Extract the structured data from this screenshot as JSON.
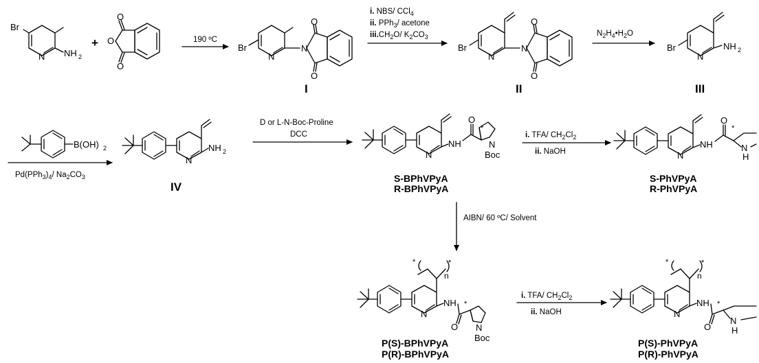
{
  "reagents": {
    "step1": "190 ºC",
    "step2": {
      "i_num": "i.",
      "i": "NBS/ CCl",
      "ii_num": "ii.",
      "ii": "PPh",
      "ii_rest": "/ acetone",
      "iii_num": "iii.",
      "iii": "CH",
      "iii_mid": "O/ K",
      "iii_end": "CO"
    },
    "step3": "N",
    "step3_rest": "H",
    "step3_tail": "•H",
    "step3_o": "O",
    "step4_top": "B(OH)",
    "step4_bottom": "Pd(PPh",
    "step4_bottom_mid": ")",
    "step4_bottom_end": "/ Na",
    "step4_bottom_co": "CO",
    "step5_top": "D or L-N-Boc-Proline",
    "step5_bottom": "DCC",
    "step6_i": "i.",
    "step6_i_text": "TFA/ CH",
    "step6_i_cl": "Cl",
    "step6_ii": "ii.",
    "step6_ii_text": "NaOH",
    "poly": "AIBN/ 60 ºC/ Solvent",
    "step7_i": "i.",
    "step7_i_text": "TFA/ CH",
    "step7_i_cl": "Cl",
    "step7_ii": "ii.",
    "step7_ii_text": "NaOH"
  },
  "atoms": {
    "Br": "Br",
    "N": "N",
    "NH": "NH",
    "H": "H",
    "O": "O",
    "plus": "+",
    "Boc": "Boc",
    "star": "*",
    "n": "n",
    "NH2": "NH",
    "sub2": "2",
    "sub3": "3",
    "sub4": "4"
  },
  "intermediates": {
    "I": "I",
    "II": "II",
    "III": "III",
    "IV": "IV"
  },
  "compounds": {
    "boc_monomer": [
      "S-BPhVPyA",
      "R-BPhVPyA"
    ],
    "monomer": [
      "S-PhVPyA",
      "R-PhVPyA"
    ],
    "boc_polymer": [
      "P(S)-BPhVPyA",
      "P(R)-BPhVPyA"
    ],
    "polymer": [
      "P(S)-PhVPyA",
      "P(R)-PhVPyA"
    ]
  }
}
